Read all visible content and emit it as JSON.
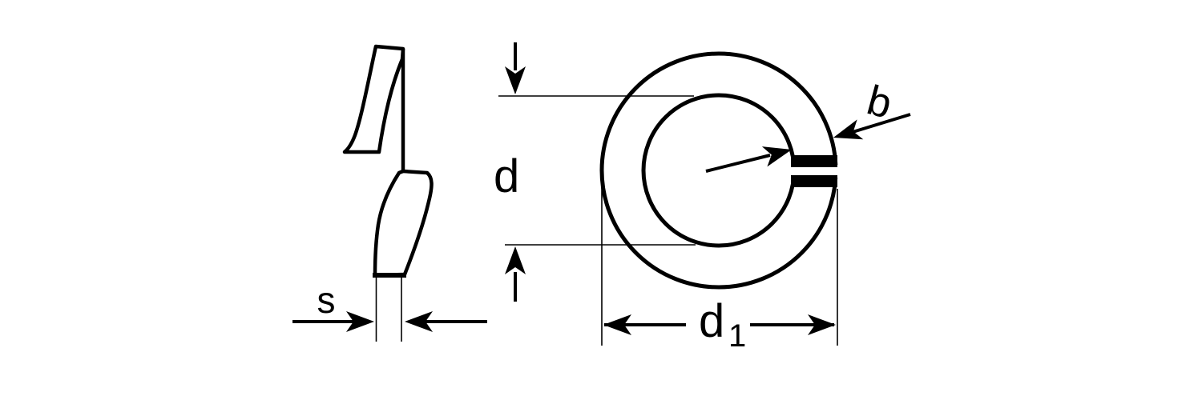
{
  "diagram": {
    "labels": {
      "s": "s",
      "d": "d",
      "d1_base": "d",
      "d1_sub": "1",
      "b": "b"
    },
    "colors": {
      "line": "#000000",
      "background": "#ffffff"
    }
  }
}
